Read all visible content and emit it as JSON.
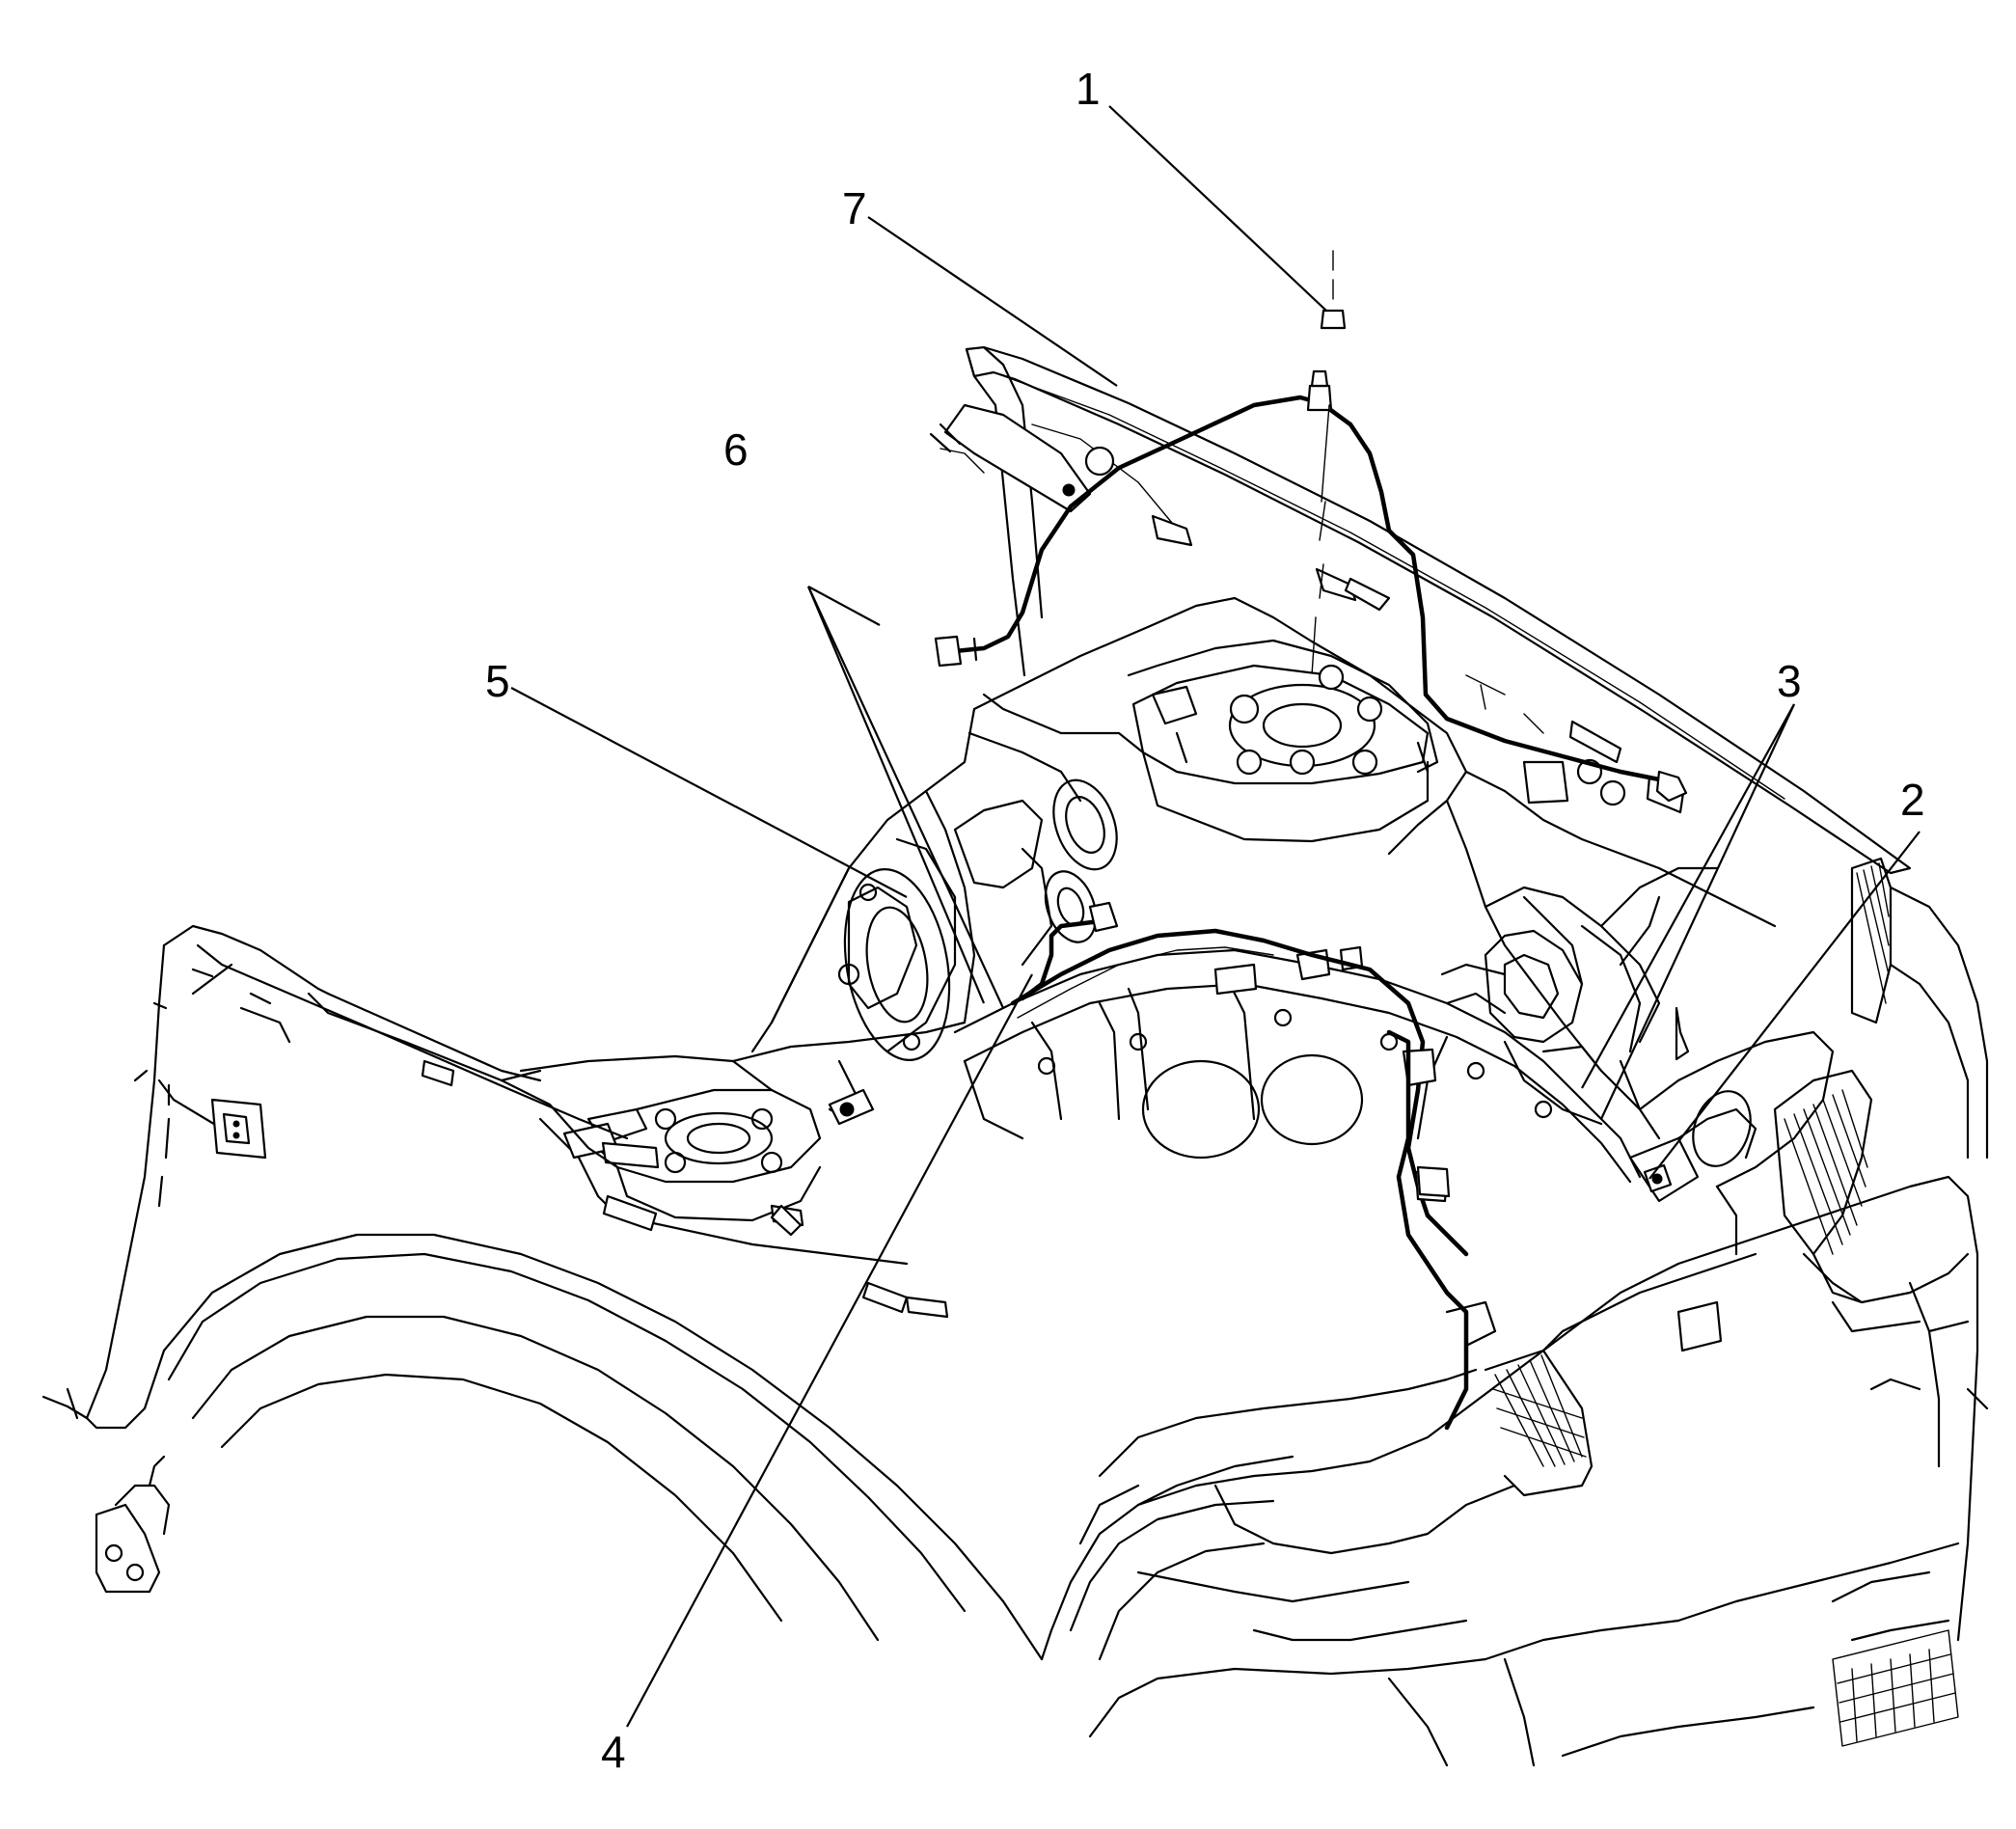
{
  "callouts": [
    {
      "id": "1",
      "label": "1"
    },
    {
      "id": "2",
      "label": "2"
    },
    {
      "id": "3",
      "label": "3"
    },
    {
      "id": "4",
      "label": "4"
    },
    {
      "id": "5",
      "label": "5"
    },
    {
      "id": "6",
      "label": "6"
    },
    {
      "id": "7",
      "label": "7"
    }
  ],
  "colors": {
    "background": "#ffffff",
    "line": "#000000"
  }
}
